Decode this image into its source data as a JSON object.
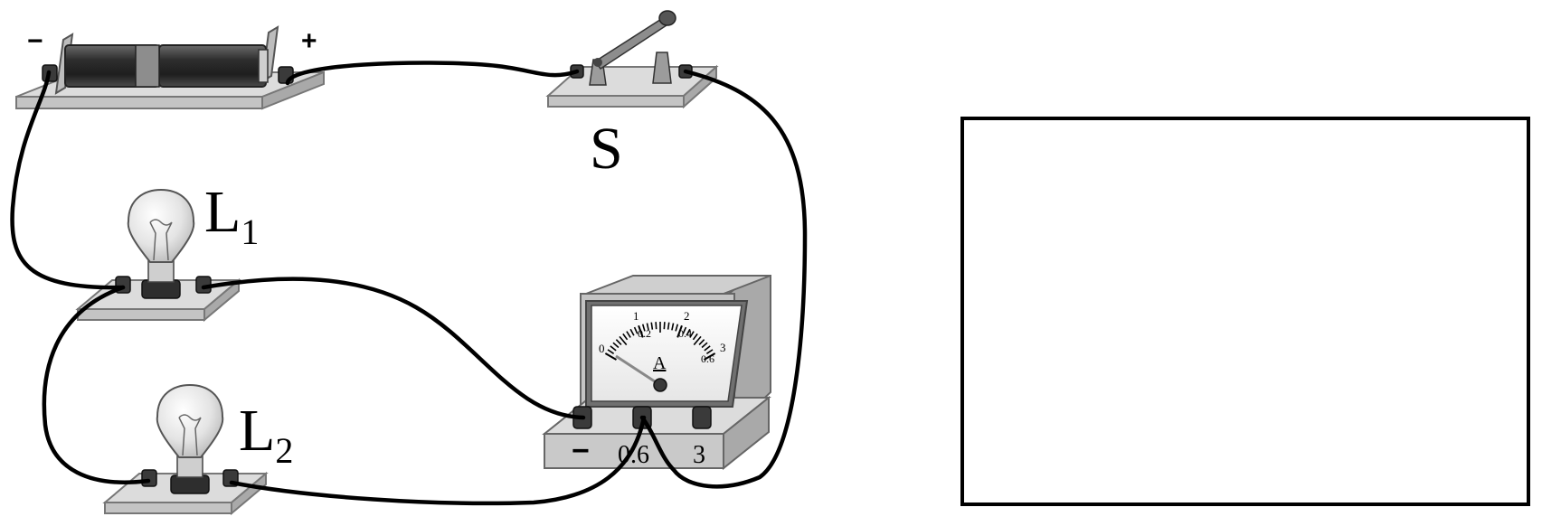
{
  "battery": {
    "minus_label": "−",
    "plus_label": "+"
  },
  "switch": {
    "label": "S"
  },
  "lamp1": {
    "label_main": "L",
    "label_sub": "1"
  },
  "lamp2": {
    "label_main": "L",
    "label_sub": "2"
  },
  "ammeter": {
    "symbol": "A",
    "scale_top": [
      "0",
      "1",
      "2",
      "3"
    ],
    "scale_bottom": [
      "0.2",
      "0.4",
      "0.6"
    ],
    "terminal_labels": [
      "−",
      "0.6",
      "3"
    ]
  },
  "colors": {
    "wire": "#000000",
    "board": "#d9d9d9",
    "board_edge": "#8a8a8a",
    "metal": "#3a3a3a"
  }
}
